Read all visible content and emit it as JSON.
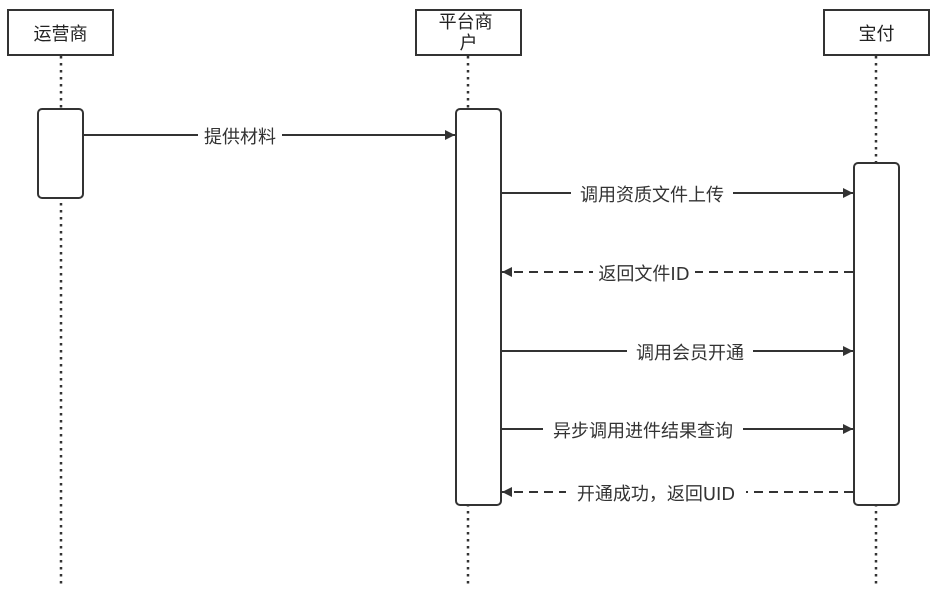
{
  "actors": [
    {
      "id": "operator",
      "label": "运营商"
    },
    {
      "id": "merchant",
      "label": "平台商户"
    },
    {
      "id": "baofu",
      "label": "宝付"
    }
  ],
  "messages": [
    {
      "from": "operator",
      "to": "merchant",
      "label": "提供材料",
      "style": "solid"
    },
    {
      "from": "merchant",
      "to": "baofu",
      "label": "调用资质文件上传",
      "style": "solid"
    },
    {
      "from": "baofu",
      "to": "merchant",
      "label": "返回文件ID",
      "style": "dashed"
    },
    {
      "from": "merchant",
      "to": "baofu",
      "label": "调用会员开通",
      "style": "solid"
    },
    {
      "from": "merchant",
      "to": "baofu",
      "label": "异步调用进件结果查询",
      "style": "solid"
    },
    {
      "from": "baofu",
      "to": "merchant",
      "label": "开通成功，返回UID",
      "style": "dashed"
    }
  ],
  "colors": {
    "line": "#333333",
    "box": "#ffffff",
    "text": "#222222"
  }
}
